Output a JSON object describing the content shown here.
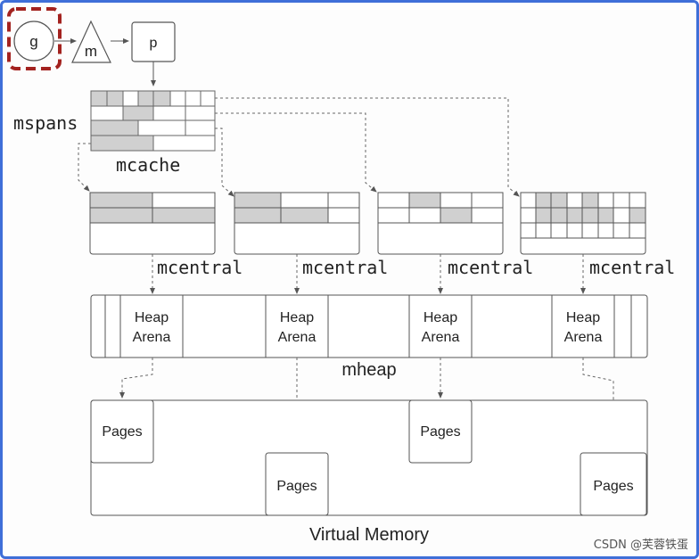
{
  "nodes": {
    "g": "g",
    "m": "m",
    "p": "p"
  },
  "labels": {
    "mspans": "mspans",
    "mcache": "mcache",
    "mcentral": [
      "mcentral",
      "mcentral",
      "mcentral",
      "mcentral"
    ],
    "heap_arena": [
      {
        "line1": "Heap",
        "line2": "Arena"
      },
      {
        "line1": "Heap",
        "line2": "Arena"
      },
      {
        "line1": "Heap",
        "line2": "Arena"
      },
      {
        "line1": "Heap",
        "line2": "Arena"
      }
    ],
    "mheap": "mheap",
    "pages": [
      "Pages",
      "Pages",
      "Pages",
      "Pages"
    ],
    "virtual_memory": "Virtual Memory"
  },
  "watermark": "CSDN @芙蓉铁蛋",
  "colors": {
    "frame": "#3f6fd8",
    "highlight": "#a3221f",
    "shaded": "#d0d0d0",
    "stroke": "#444444"
  }
}
